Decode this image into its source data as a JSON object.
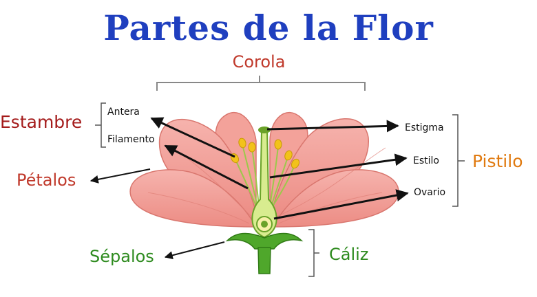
{
  "title": "Partes de la Flor",
  "labels": {
    "corola": "Corola",
    "estambre": "Estambre",
    "antera": "Antera",
    "filamento": "Filamento",
    "petalos": "Pétalos",
    "sepalos": "Sépalos",
    "caliz": "Cáliz",
    "estigma": "Estigma",
    "estilo": "Estilo",
    "ovario": "Ovario",
    "pistilo": "Pistilo"
  },
  "colors": {
    "title": "#1f3fbf",
    "corola": "#c0392b",
    "estambre": "#a41b1b",
    "pistilo": "#e07a10",
    "calyx_text": "#2e8b1f",
    "petal": "#f4a6a0",
    "petal_dark": "#e7857d",
    "stem": "#4fa72b",
    "pistil": "#c8e07a",
    "anther": "#f2c21b"
  }
}
